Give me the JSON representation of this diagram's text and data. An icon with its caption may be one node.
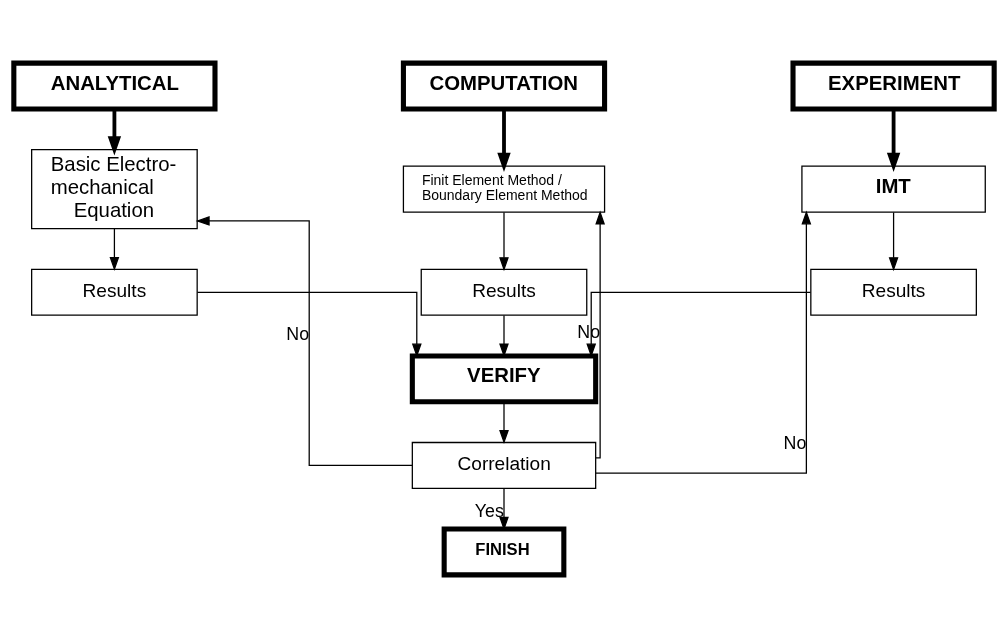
{
  "diagram": {
    "nodes": [
      {
        "text": [
          "ANALYTICAL"
        ]
      },
      {
        "text": [
          "COMPUTATION"
        ]
      },
      {
        "text": [
          "EXPERIMENT"
        ]
      },
      {
        "text": [
          "Basic Electro- mechanical Equation"
        ]
      },
      {
        "text": [
          "Finit Element Method / Boundary Element Method"
        ]
      },
      {
        "text": [
          "IMT"
        ]
      },
      {
        "text": [
          "Results"
        ]
      },
      {
        "text": [
          "Results"
        ]
      },
      {
        "text": [
          "Results"
        ]
      },
      {
        "text": [
          "VERIFY"
        ]
      },
      {
        "text": [
          "Correlation"
        ]
      },
      {
        "text": [
          "FINISH"
        ]
      }
    ],
    "edges": [
      {
        "from": 0,
        "to": 3,
        "arrow": "to",
        "style": "thick"
      },
      {
        "from": 1,
        "to": 4,
        "arrow": "to",
        "style": "thick"
      },
      {
        "from": 2,
        "to": 5,
        "arrow": "to",
        "style": "thick"
      },
      {
        "from": 3,
        "to": 6,
        "arrow": "to"
      },
      {
        "from": 4,
        "to": 7,
        "arrow": "to"
      },
      {
        "from": 5,
        "to": 8,
        "arrow": "to"
      },
      {
        "from": 6,
        "to": 9,
        "arrow": "to"
      },
      {
        "from": 7,
        "to": 9,
        "arrow": "to"
      },
      {
        "from": 8,
        "to": 9,
        "arrow": "to"
      },
      {
        "from": 9,
        "to": 10,
        "arrow": "to"
      },
      {
        "from": 10,
        "to": 3,
        "arrow": "to",
        "label": "No"
      },
      {
        "from": 10,
        "to": 4,
        "arrow": "to",
        "label": "No"
      },
      {
        "from": 10,
        "to": 5,
        "arrow": "to",
        "label": "No"
      },
      {
        "from": 10,
        "to": 11,
        "arrow": "to",
        "label": "Yes"
      }
    ]
  }
}
